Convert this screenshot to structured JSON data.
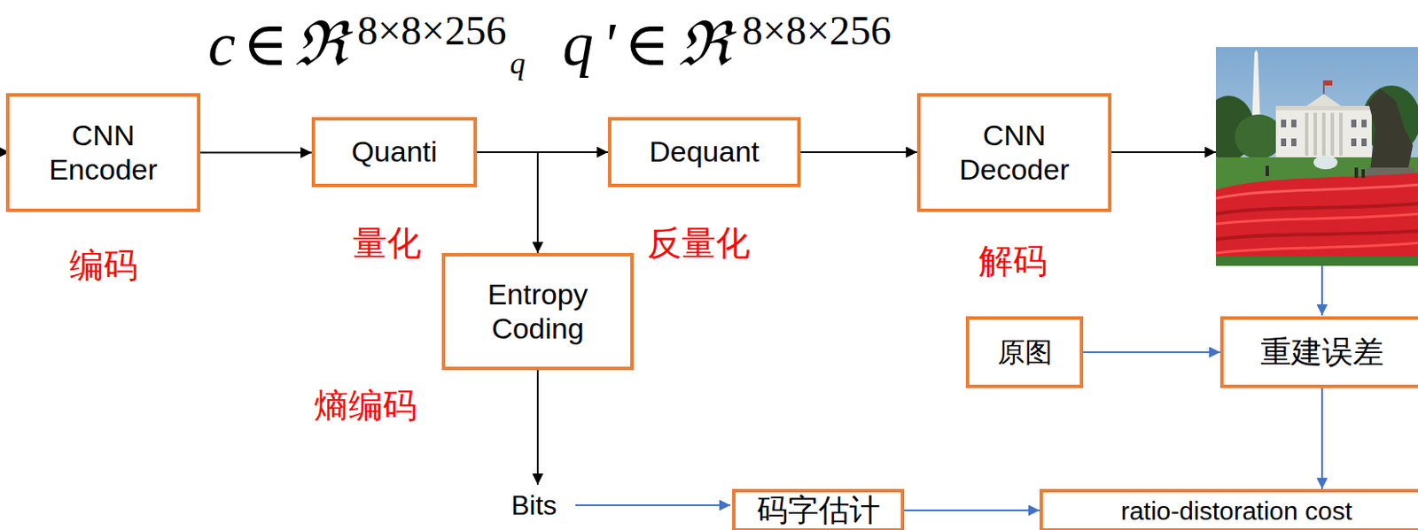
{
  "diagram": {
    "nodes": [
      {
        "text": [
          "CNN Encoder"
        ]
      },
      {
        "text": [
          "Quanti"
        ]
      },
      {
        "text": [
          "Dequant"
        ]
      },
      {
        "text": [
          "CNN Decoder"
        ]
      },
      {
        "text": [
          "Entropy Coding"
        ]
      },
      {
        "text": [
          "原图"
        ]
      },
      {
        "text": [
          "重建误差"
        ]
      },
      {
        "text": [
          "码字估计"
        ]
      },
      {
        "text": [
          "ratio-distoration cost"
        ]
      }
    ],
    "edges": [
      {
        "from": 0,
        "to": 1,
        "arrow": "to"
      },
      {
        "from": 1,
        "to": 2,
        "arrow": "to"
      },
      {
        "from": 1,
        "to": 4,
        "arrow": "to"
      },
      {
        "from": 2,
        "to": 3,
        "arrow": "to"
      },
      {
        "from": 5,
        "to": 6,
        "arrow": "to"
      },
      {
        "from": 6,
        "to": 8,
        "arrow": "to"
      },
      {
        "from": 7,
        "to": 8,
        "arrow": "to"
      }
    ],
    "labels": [
      "c∈ℜ",
      "8×8×256",
      "q",
      "q'∈ℜ",
      "8×8×256",
      "编码",
      "量化",
      "反量化",
      "解码",
      "熵编码",
      "Bits"
    ]
  }
}
